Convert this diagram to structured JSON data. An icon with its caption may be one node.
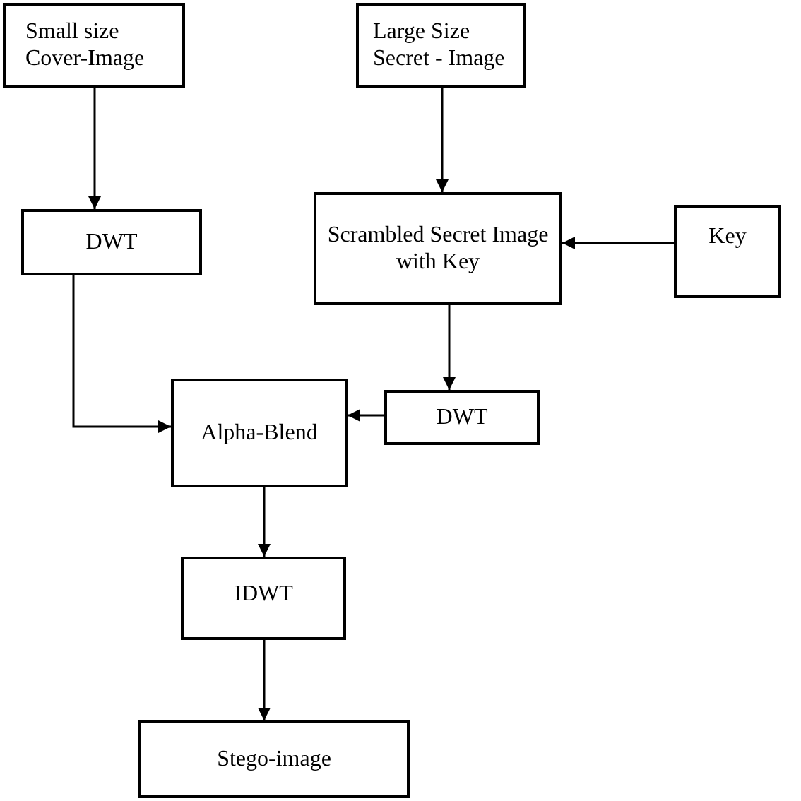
{
  "diagram": {
    "nodes": [
      {
        "text": [
          "Small size Cover-Image"
        ]
      },
      {
        "text": [
          "Large Size Secret - Image"
        ]
      },
      {
        "text": [
          "DWT"
        ]
      },
      {
        "text": [
          "Scrambled Secret Image with Key"
        ]
      },
      {
        "text": [
          "Key"
        ]
      },
      {
        "text": [
          "Alpha-Blend"
        ]
      },
      {
        "text": [
          "DWT"
        ]
      },
      {
        "text": [
          "IDWT"
        ]
      },
      {
        "text": [
          "Stego-image"
        ]
      }
    ],
    "edges": [
      {
        "from": 0,
        "to": 2,
        "arrow": "to"
      },
      {
        "from": 1,
        "to": 3,
        "arrow": "to"
      },
      {
        "from": 4,
        "to": 3,
        "arrow": "to"
      },
      {
        "from": 3,
        "to": 6,
        "arrow": "to"
      },
      {
        "from": 2,
        "to": 5,
        "arrow": "to"
      },
      {
        "from": 6,
        "to": 5,
        "arrow": "to"
      },
      {
        "from": 5,
        "to": 7,
        "arrow": "to"
      },
      {
        "from": 7,
        "to": 8,
        "arrow": "to"
      }
    ]
  }
}
